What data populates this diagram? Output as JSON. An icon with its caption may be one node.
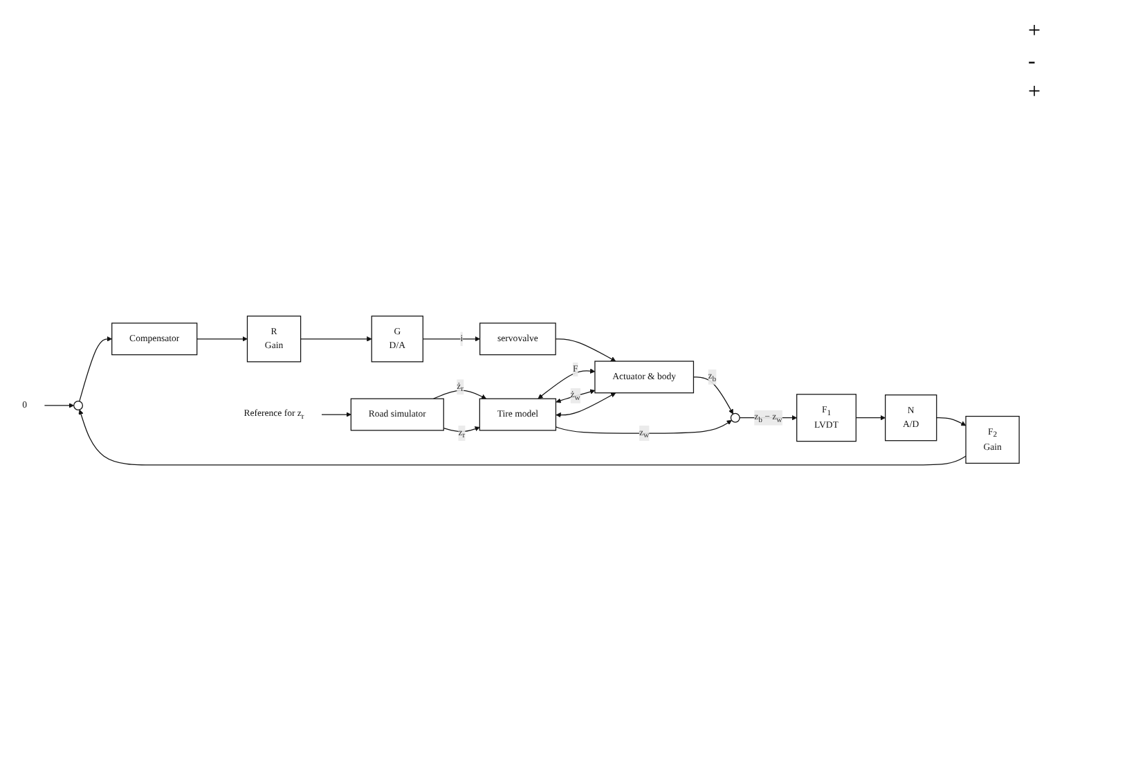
{
  "diagram": {
    "nodes": [
      {
        "text": [
          "0"
        ]
      },
      {
        "text": [],
        "shape": "circle"
      },
      {
        "text": [
          "Compensator"
        ]
      },
      {
        "text": [
          "R",
          "Gain"
        ]
      },
      {
        "text": [
          "G",
          "D/A"
        ]
      },
      {
        "text": [
          "servovalve"
        ]
      },
      {
        "text": [
          "Actuator & body"
        ]
      },
      {
        "text": [
          "Reference for z$_{r}$"
        ]
      },
      {
        "text": [
          "Road simulator"
        ]
      },
      {
        "text": [
          "Tire model"
        ]
      },
      {
        "text": [],
        "shape": "circle"
      },
      {
        "text": [
          "F$_{1}$",
          "LVDT"
        ]
      },
      {
        "text": [
          "N",
          "A/D"
        ]
      },
      {
        "text": [
          "F$_{2}$",
          "Gain"
        ]
      }
    ],
    "edges": [
      {
        "from": 0,
        "to": 1,
        "arrow": "to"
      },
      {
        "from": 1,
        "to": 2,
        "arrow": "to"
      },
      {
        "from": 2,
        "to": 3,
        "arrow": "to"
      },
      {
        "from": 3,
        "to": 4,
        "arrow": "to"
      },
      {
        "from": 4,
        "to": 5,
        "arrow": "to",
        "label": "i"
      },
      {
        "from": 5,
        "to": 6,
        "arrow": "to"
      },
      {
        "from": 7,
        "to": 8,
        "arrow": "to"
      },
      {
        "from": 8,
        "to": 9,
        "arrow": "to",
        "label": "ż$_{r}$"
      },
      {
        "from": 8,
        "to": 9,
        "arrow": "to",
        "label": "z$_{r}$"
      },
      {
        "from": 9,
        "to": 6,
        "arrow": "both",
        "label": "F"
      },
      {
        "from": 9,
        "to": 6,
        "arrow": "both",
        "label": "ż$_{w}$"
      },
      {
        "from": 9,
        "to": 6,
        "arrow": "both"
      },
      {
        "from": 9,
        "to": 10,
        "arrow": "to",
        "label": "z$_{w}$"
      },
      {
        "from": 6,
        "to": 10,
        "arrow": "to",
        "label": "z$_{b}$"
      },
      {
        "from": 10,
        "to": 11,
        "arrow": "to",
        "label": "z$_{b}$ − z$_{w}$"
      },
      {
        "from": 11,
        "to": 12,
        "arrow": "to"
      },
      {
        "from": 12,
        "to": 13,
        "arrow": "to"
      },
      {
        "from": 13,
        "to": 1,
        "arrow": "to"
      }
    ],
    "labels": [
      "+",
      "-",
      "+"
    ]
  }
}
